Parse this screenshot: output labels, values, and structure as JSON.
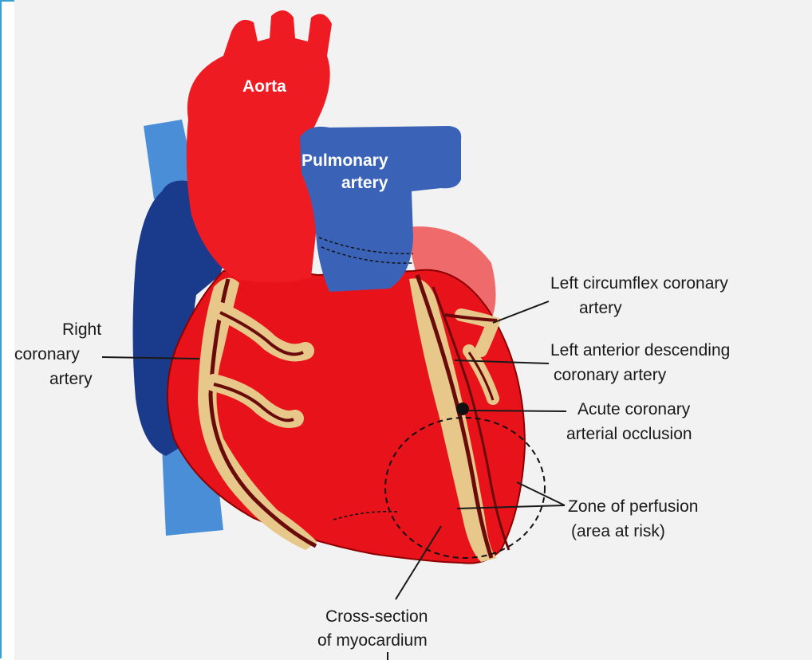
{
  "labels": {
    "aorta": "Aorta",
    "pulmonary_line1": "Pulmonary",
    "pulmonary_line2": "artery",
    "rca_line1": "Right",
    "rca_line2": "coronary",
    "rca_line3": "artery",
    "lcx_line1": "Left circumflex coronary",
    "lcx_line2": "artery",
    "lad_line1": "Left anterior descending",
    "lad_line2": "coronary artery",
    "occlusion_line1": "Acute coronary",
    "occlusion_line2": "arterial occlusion",
    "perfusion_line1": "Zone of perfusion",
    "perfusion_line2": "(area at risk)",
    "cross_line1": "Cross-section",
    "cross_line2": "of myocardium"
  },
  "colors": {
    "heart_red": "#e8131a",
    "aorta_red": "#ee1c22",
    "vein_blue": "#3a63b8",
    "dark_blue": "#1a3a8c",
    "light_blue": "#4a8ed8",
    "fat_tan": "#e8c88a",
    "artery_dark": "#6a0a0a",
    "atrium_pink": "#ef6b6b",
    "frame_border": "#39a0d0"
  }
}
